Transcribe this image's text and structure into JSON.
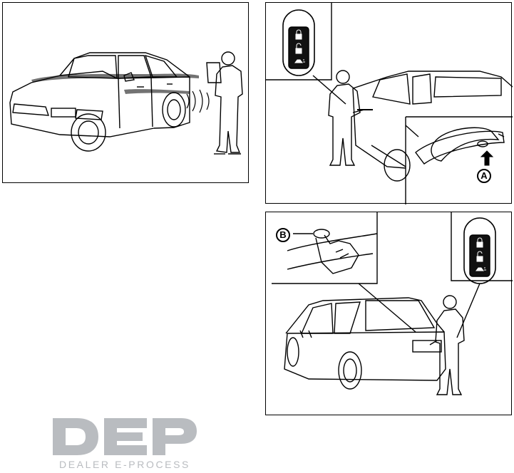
{
  "figures": [
    {
      "id": "approach-unlock",
      "description_icons": [
        "car-icon",
        "person-icon",
        "signal-waves-icon"
      ]
    },
    {
      "id": "door-handle-request-switch",
      "callout": "A",
      "key_fob": {
        "buttons": [
          "lock-icon",
          "unlock-icon",
          "trunk-icon"
        ]
      }
    },
    {
      "id": "liftgate-request-switch",
      "callout": "B",
      "key_fob": {
        "buttons": [
          "lock-icon",
          "unlock-icon",
          "trunk-icon"
        ]
      }
    }
  ],
  "watermark": {
    "logo_letters": "DEP",
    "tagline": "DEALER E-PROCESS",
    "color": "#b9bcc0"
  },
  "colors": {
    "line": "#000000",
    "background": "#ffffff"
  }
}
